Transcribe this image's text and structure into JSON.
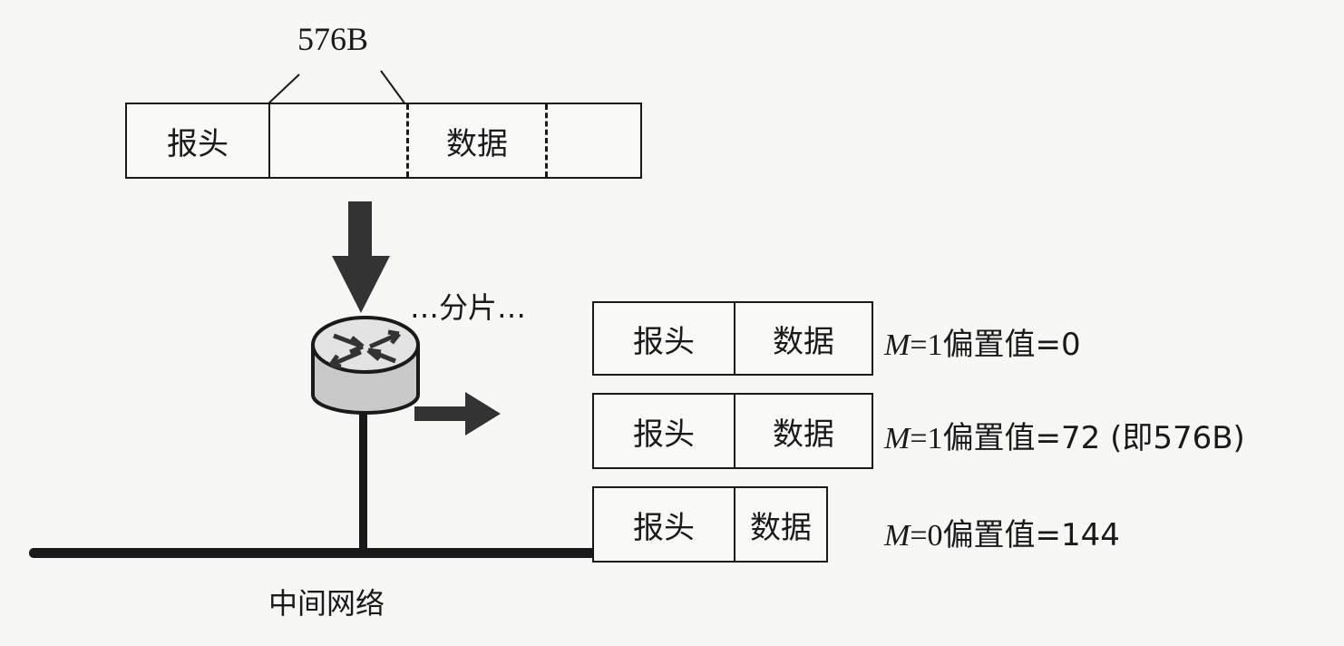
{
  "original_packet": {
    "size_label": "576B",
    "header_label": "报头",
    "data_label": "数据"
  },
  "fragment_label": "…分片…",
  "network_label": "中间网络",
  "fragments": [
    {
      "header_label": "报头",
      "data_label": "数据",
      "m_var": "M",
      "m_value": "=1",
      "offset_text": "偏置值=0"
    },
    {
      "header_label": "报头",
      "data_label": "数据",
      "m_var": "M",
      "m_value": "=1",
      "offset_text": "偏置值=72 (即576B)"
    },
    {
      "header_label": "报头",
      "data_label": "数据",
      "m_var": "M",
      "m_value": "=0",
      "offset_text": "偏置值=144"
    }
  ],
  "colors": {
    "line": "#1a1a1a",
    "arrow": "#333333",
    "router_body": "#cfcfcf",
    "background": "#f7f7f5"
  }
}
